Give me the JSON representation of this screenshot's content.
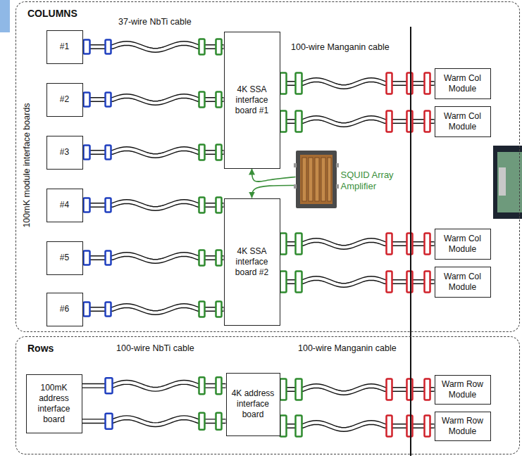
{
  "diagram": {
    "nodes": [
      {
        "text": [
          "COLUMNS"
        ]
      },
      {
        "text": [
          "#1"
        ],
        "in": 0
      },
      {
        "text": [
          "#2"
        ],
        "in": 0
      },
      {
        "text": [
          "#3"
        ],
        "in": 0
      },
      {
        "text": [
          "#4"
        ],
        "in": 0
      },
      {
        "text": [
          "#5"
        ],
        "in": 0
      },
      {
        "text": [
          "#6"
        ],
        "in": 0
      },
      {
        "text": [
          "4K SSA interface board #1"
        ],
        "in": 0
      },
      {
        "text": [
          "4K SSA interface board #2"
        ],
        "in": 0
      },
      {
        "text": [
          "Warm Col Module"
        ],
        "in": 0
      },
      {
        "text": [
          "Warm Col Module"
        ],
        "in": 0
      },
      {
        "text": [
          "Warm Col Module"
        ],
        "in": 0
      },
      {
        "text": [
          "Warm Col Module"
        ],
        "in": 0
      },
      {
        "text": [
          "SQUID Array Amplifier"
        ],
        "in": 0
      },
      {
        "text": [
          "Rows"
        ]
      },
      {
        "text": [
          "100mK address interface board"
        ],
        "in": 14
      },
      {
        "text": [
          "4K address interface board"
        ],
        "in": 14
      },
      {
        "text": [
          "Warm Row Module"
        ],
        "in": 14
      },
      {
        "text": [
          "Warm Row Module"
        ],
        "in": 14
      }
    ],
    "edges": [
      {
        "from": 1,
        "to": 7,
        "arrow": "none"
      },
      {
        "from": 2,
        "to": 7,
        "arrow": "none"
      },
      {
        "from": 3,
        "to": 7,
        "arrow": "none"
      },
      {
        "from": 4,
        "to": 8,
        "arrow": "none"
      },
      {
        "from": 5,
        "to": 8,
        "arrow": "none"
      },
      {
        "from": 6,
        "to": 8,
        "arrow": "none"
      },
      {
        "from": 7,
        "to": 9,
        "arrow": "none"
      },
      {
        "from": 7,
        "to": 10,
        "arrow": "none"
      },
      {
        "from": 8,
        "to": 11,
        "arrow": "none"
      },
      {
        "from": 8,
        "to": 12,
        "arrow": "none"
      },
      {
        "from": 13,
        "to": 7,
        "arrow": "to"
      },
      {
        "from": 13,
        "to": 8,
        "arrow": "to"
      },
      {
        "from": 15,
        "to": 16,
        "arrow": "none"
      },
      {
        "from": 15,
        "to": 16,
        "arrow": "none"
      },
      {
        "from": 16,
        "to": 17,
        "arrow": "none"
      },
      {
        "from": 16,
        "to": 18,
        "arrow": "none"
      }
    ],
    "labels": [
      "100mK module interface boards",
      "37-wire NbTi cable",
      "100-wire Manganin cable",
      "100-wire NbTi cable",
      "100-wire Manganin cable"
    ]
  }
}
